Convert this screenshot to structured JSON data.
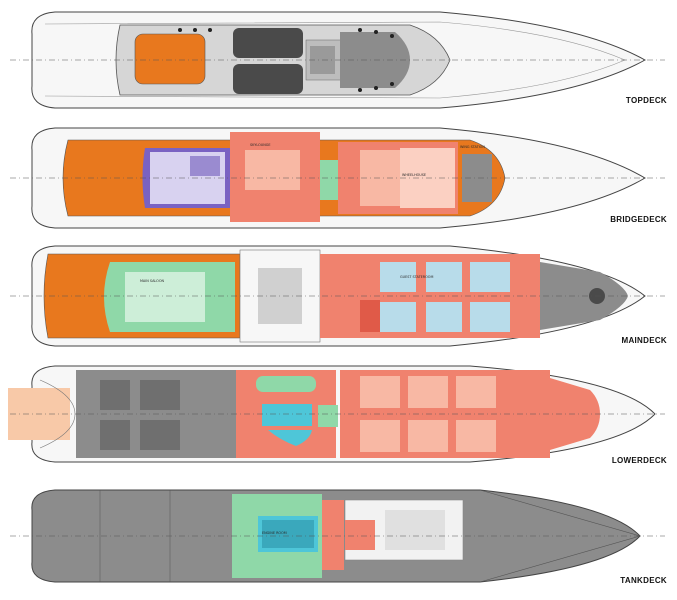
{
  "decks": [
    {
      "id": "topdeck",
      "label": "TOPDECK"
    },
    {
      "id": "bridgedeck",
      "label": "BRIDGEDECK"
    },
    {
      "id": "maindeck",
      "label": "MAINDECK"
    },
    {
      "id": "lowerdeck",
      "label": "LOWERDECK"
    },
    {
      "id": "tankdeck",
      "label": "TANKDECK"
    }
  ],
  "colors": {
    "hull_outline": "#444444",
    "deck_white": "#f7f7f7",
    "teak_orange": "#e8781e",
    "guest_red": "#f0826e",
    "crew_blue": "#b8dcea",
    "owner_purple": "#7a62c2",
    "lounge_green": "#8fd8a8",
    "service_grey": "#8c8c8c",
    "dark_grey": "#4a4a4a",
    "tender_grey": "#9a9a9a",
    "pool_cyan": "#4ec6d8"
  }
}
